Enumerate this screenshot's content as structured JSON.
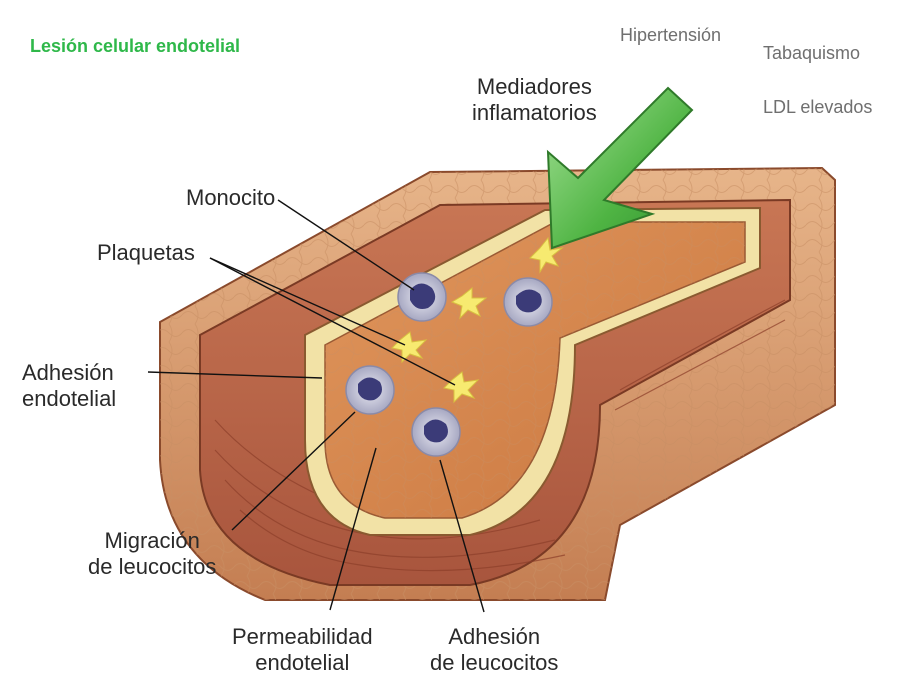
{
  "title": "Lesión celular endotelial",
  "colors": {
    "title": "#2fb84a",
    "arrow": "#5cc04c",
    "vessel_outer": "#d99a6c",
    "lumen": "#d5894e",
    "endothelium": "#f2e2a6",
    "monocyte": "#3b3b78",
    "platelet": "#f7ea70"
  },
  "risk_factors": {
    "hypertension": "Hipertensión",
    "smoking": "Tabaquismo",
    "ldl": "LDL elevados"
  },
  "labels": {
    "mediators": [
      "Mediadores",
      "inflamatorios"
    ],
    "monocyte": "Monocito",
    "platelets": "Plaquetas",
    "endothelial_adhesion": [
      "Adhesión",
      "endotelial"
    ],
    "leukocyte_migration": [
      "Migración",
      "de leucocitos"
    ],
    "endothelial_permeability": [
      "Permeabilidad",
      "endotelial"
    ],
    "leukocyte_adhesion": [
      "Adhesión",
      "de leucocitos"
    ]
  },
  "icons": {
    "arrow": "inflammatory-mediator-arrow-icon",
    "cell": "monocyte-icon",
    "platelet": "platelet-icon"
  }
}
